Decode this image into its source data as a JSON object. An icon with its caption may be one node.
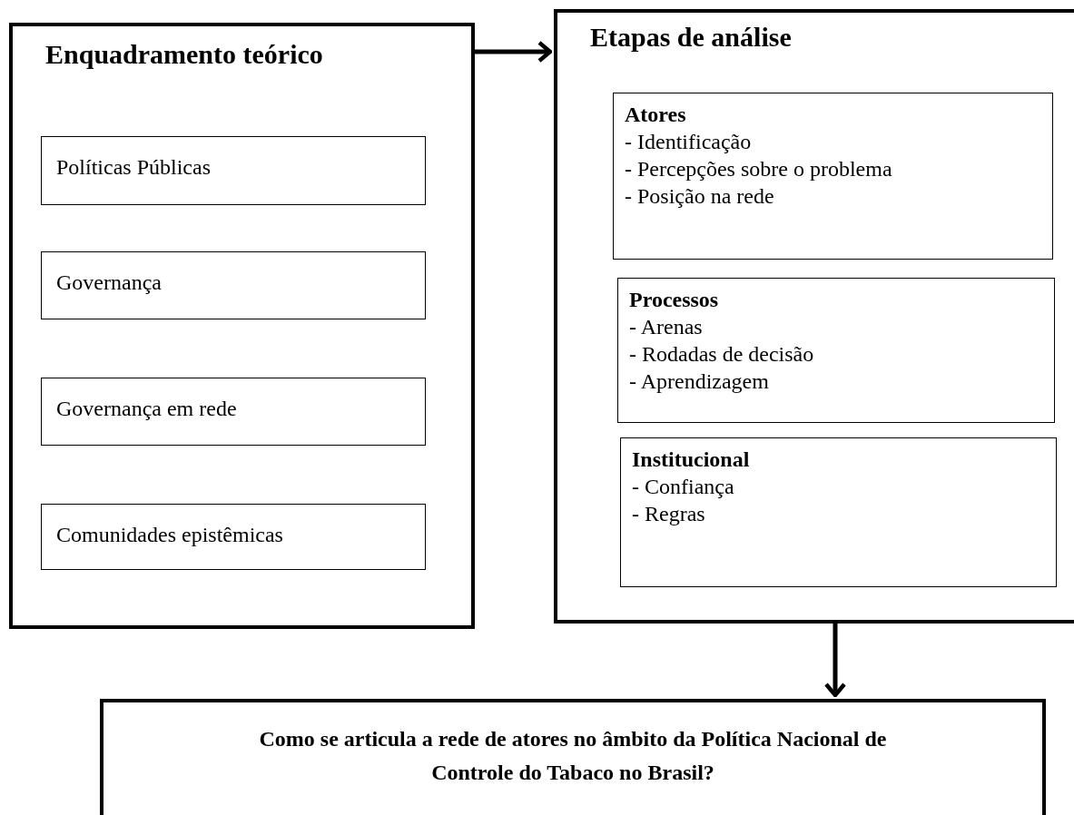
{
  "diagram": {
    "nodes": [
      {
        "text": [
          "Enquadramento teórico"
        ]
      },
      {
        "text": [
          "Políticas Públicas"
        ],
        "in": 0
      },
      {
        "text": [
          "Governança"
        ],
        "in": 0
      },
      {
        "text": [
          "Governança em rede"
        ],
        "in": 0
      },
      {
        "text": [
          "Comunidades epistêmicas"
        ],
        "in": 0
      },
      {
        "text": [
          "Etapas de análise"
        ]
      },
      {
        "text": [
          "Atores",
          "- Identificação",
          "- Percepções sobre o problema",
          "- Posição na rede"
        ],
        "in": 5
      },
      {
        "text": [
          "Processos",
          "- Arenas",
          "- Rodadas de decisão",
          "- Aprendizagem"
        ],
        "in": 5
      },
      {
        "text": [
          "Institucional",
          "- Confiança",
          "- Regras"
        ],
        "in": 5
      },
      {
        "text": [
          "Como se articula a rede de atores no âmbito da Política Nacional de Controle do Tabaco no Brasil?"
        ]
      }
    ],
    "edges": [
      {
        "from": 0,
        "to": 5,
        "arrow": "to"
      },
      {
        "from": 5,
        "to": 9,
        "arrow": "to"
      }
    ]
  }
}
